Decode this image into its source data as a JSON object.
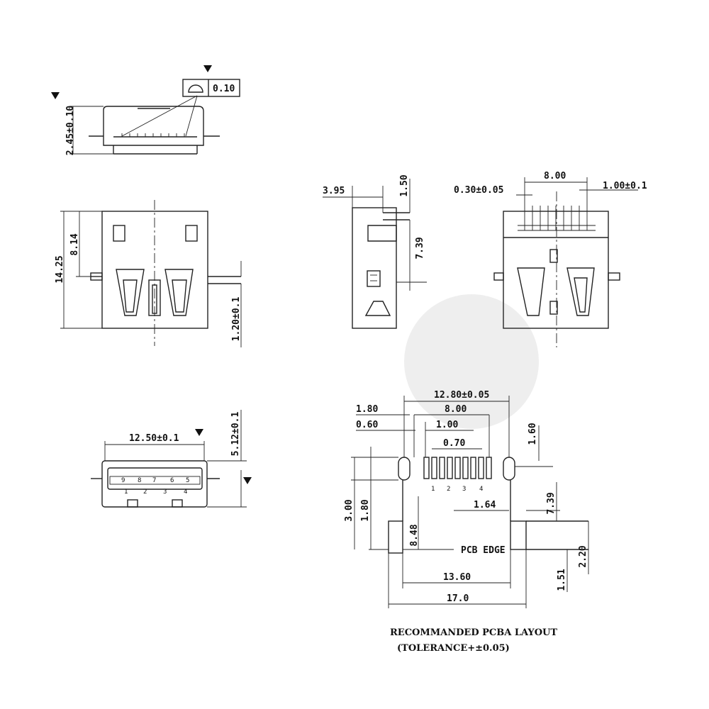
{
  "flatness": {
    "symbol": "flatness-symbol",
    "value": "0.10"
  },
  "side_view": {
    "height": "2.45±0.10"
  },
  "front_view": {
    "total": "14.25",
    "inner": "8.14",
    "pin_offset": "1.20±0.1"
  },
  "profile_view": {
    "width": "3.95",
    "top": "1.50",
    "height": "7.39"
  },
  "back_view": {
    "pin_width": "0.30±0.05",
    "span": "8.00",
    "pitch": "1.00±0.1"
  },
  "plug_view": {
    "width": "12.50±0.1",
    "height": "5.12±0.1",
    "pins_top": [
      "9",
      "8",
      "7",
      "6",
      "5"
    ],
    "pins_bottom": [
      "1",
      "2",
      "3",
      "4"
    ]
  },
  "pcb_layout": {
    "overall": "12.80±0.05",
    "d180": "1.80",
    "d800": "8.00",
    "d060": "0.60",
    "d100": "1.00",
    "d070": "0.70",
    "d160": "1.60",
    "d164": "1.64",
    "d739": "7.39",
    "d300": "3.00",
    "d180v": "1.80",
    "d848": "8.48",
    "edge": "PCB EDGE",
    "d220": "2.20",
    "d151": "1.51",
    "d1360": "13.60",
    "d170": "17.0",
    "pin_labels": [
      "1",
      "2",
      "3",
      "4"
    ]
  },
  "caption": {
    "line1": "RECOMMANDED PCBA LAYOUT",
    "line2": "(TOLERANCE+±0.05)"
  }
}
